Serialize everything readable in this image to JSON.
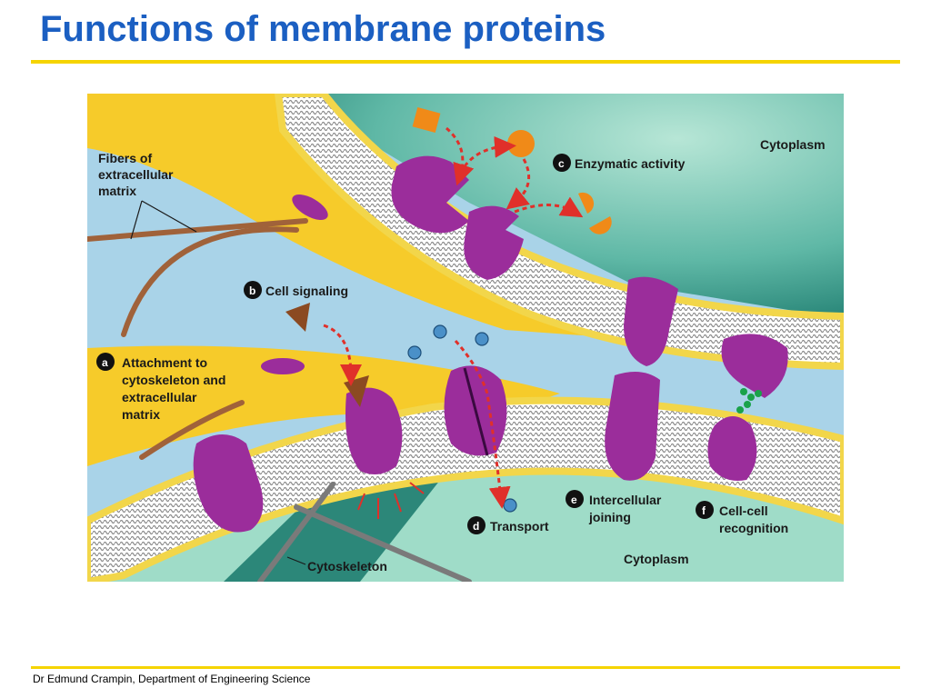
{
  "title": "Functions of membrane proteins",
  "footer": "Dr Edmund Crampin, Department of Engineering Science",
  "diagram": {
    "labels": {
      "fibers_line1": "Fibers of",
      "fibers_line2": "extracellular",
      "fibers_line3": "matrix",
      "cytoplasm_top": "Cytoplasm",
      "cytoplasm_bottom": "Cytoplasm",
      "cytoskeleton": "Cytoskeleton"
    },
    "functions": [
      {
        "letter": "a",
        "lines": [
          "Attachment to",
          "cytoskeleton and",
          "extracellular",
          "matrix"
        ]
      },
      {
        "letter": "b",
        "lines": [
          "Cell signaling"
        ]
      },
      {
        "letter": "c",
        "lines": [
          "Enzymatic activity"
        ]
      },
      {
        "letter": "d",
        "lines": [
          "Transport"
        ]
      },
      {
        "letter": "e",
        "lines": [
          "Intercellular",
          "joining"
        ]
      },
      {
        "letter": "f",
        "lines": [
          "Cell-cell",
          "recognition"
        ]
      }
    ],
    "colors": {
      "extracellular": "#a9d3e8",
      "cytoplasm_light": "#9fdcc8",
      "cytoplasm_dark": "#1f8a7c",
      "membrane_head": "#f2d64a",
      "membrane_yellow": "#f6cb2a",
      "protein": "#9b2d9b",
      "fiber": "#a0623a",
      "arrow": "#e0302a",
      "ion": "#4a90c8",
      "enzyme_substrate": "#f08a18"
    }
  }
}
